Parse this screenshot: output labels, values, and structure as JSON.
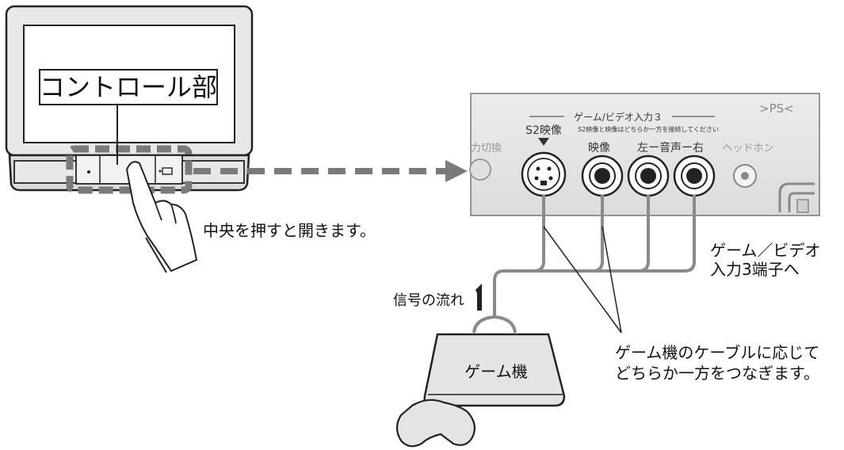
{
  "tv": {
    "control_label": "コントロール部"
  },
  "instructions": {
    "press_center": "中央を押すと開きます。",
    "terminal_note_line1": "ゲーム／ビデオ",
    "terminal_note_line2": "入力3端子へ",
    "signal_flow": "信号の流れ",
    "choose_line1": "ゲーム機のケーブルに応じて",
    "choose_line2": "どちらか一方をつなぎます。"
  },
  "panel": {
    "group_title": "ゲーム/ビデオ入力３",
    "s2_label": "S2映像",
    "s2_note": "S2映像と映像はどちらか一方を接続してください",
    "video_label": "映像",
    "audio_label": "左ー音声ー右",
    "input_switch_label": "力切換",
    "headphone_label": "ヘッドホン",
    "ps_label": "PS"
  },
  "game_console": {
    "label": "ゲーム機"
  },
  "colors": {
    "panel_fill": "#e6e6e6",
    "dashed_arrow": "#7a7a7a",
    "cable": "#8a8a8a"
  }
}
